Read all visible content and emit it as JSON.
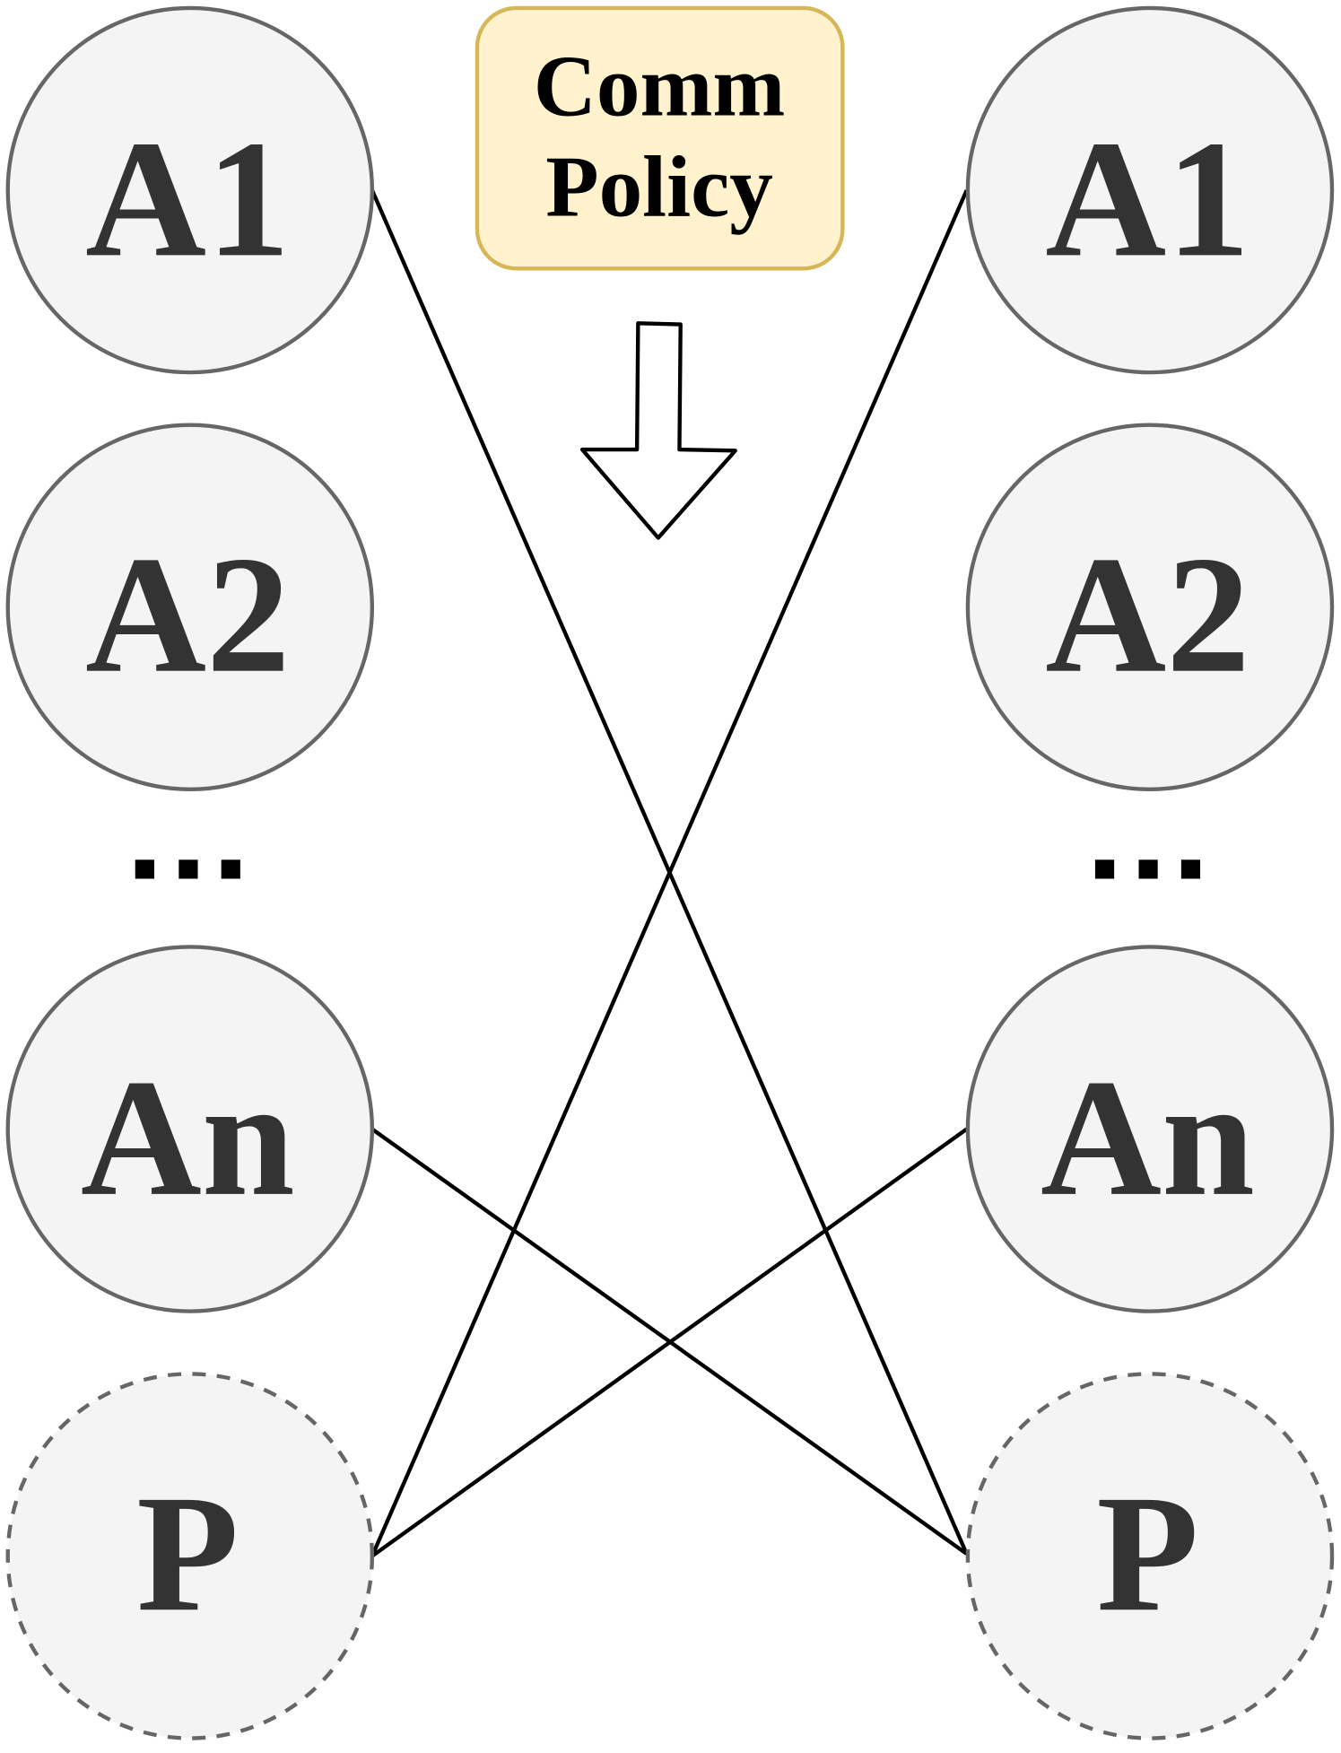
{
  "policy_box": {
    "line1": "Comm",
    "line2": "Policy"
  },
  "left_column": {
    "nodes": [
      {
        "label": "A1",
        "style": "solid"
      },
      {
        "label": "A2",
        "style": "solid"
      },
      {
        "label": "An",
        "style": "solid"
      },
      {
        "label": "P",
        "style": "dashed"
      }
    ]
  },
  "right_column": {
    "nodes": [
      {
        "label": "A1",
        "style": "solid"
      },
      {
        "label": "A2",
        "style": "solid"
      },
      {
        "label": "An",
        "style": "solid"
      },
      {
        "label": "P",
        "style": "dashed"
      }
    ]
  },
  "edges": [
    {
      "from": "left.A1",
      "to": "right.P"
    },
    {
      "from": "right.A1",
      "to": "left.P"
    },
    {
      "from": "left.An",
      "to": "right.P"
    },
    {
      "from": "right.An",
      "to": "left.P"
    }
  ],
  "colors": {
    "node_fill": "#f4f4f4",
    "node_stroke": "#666666",
    "box_fill": "#fff2cc",
    "box_stroke": "#d6b656"
  }
}
